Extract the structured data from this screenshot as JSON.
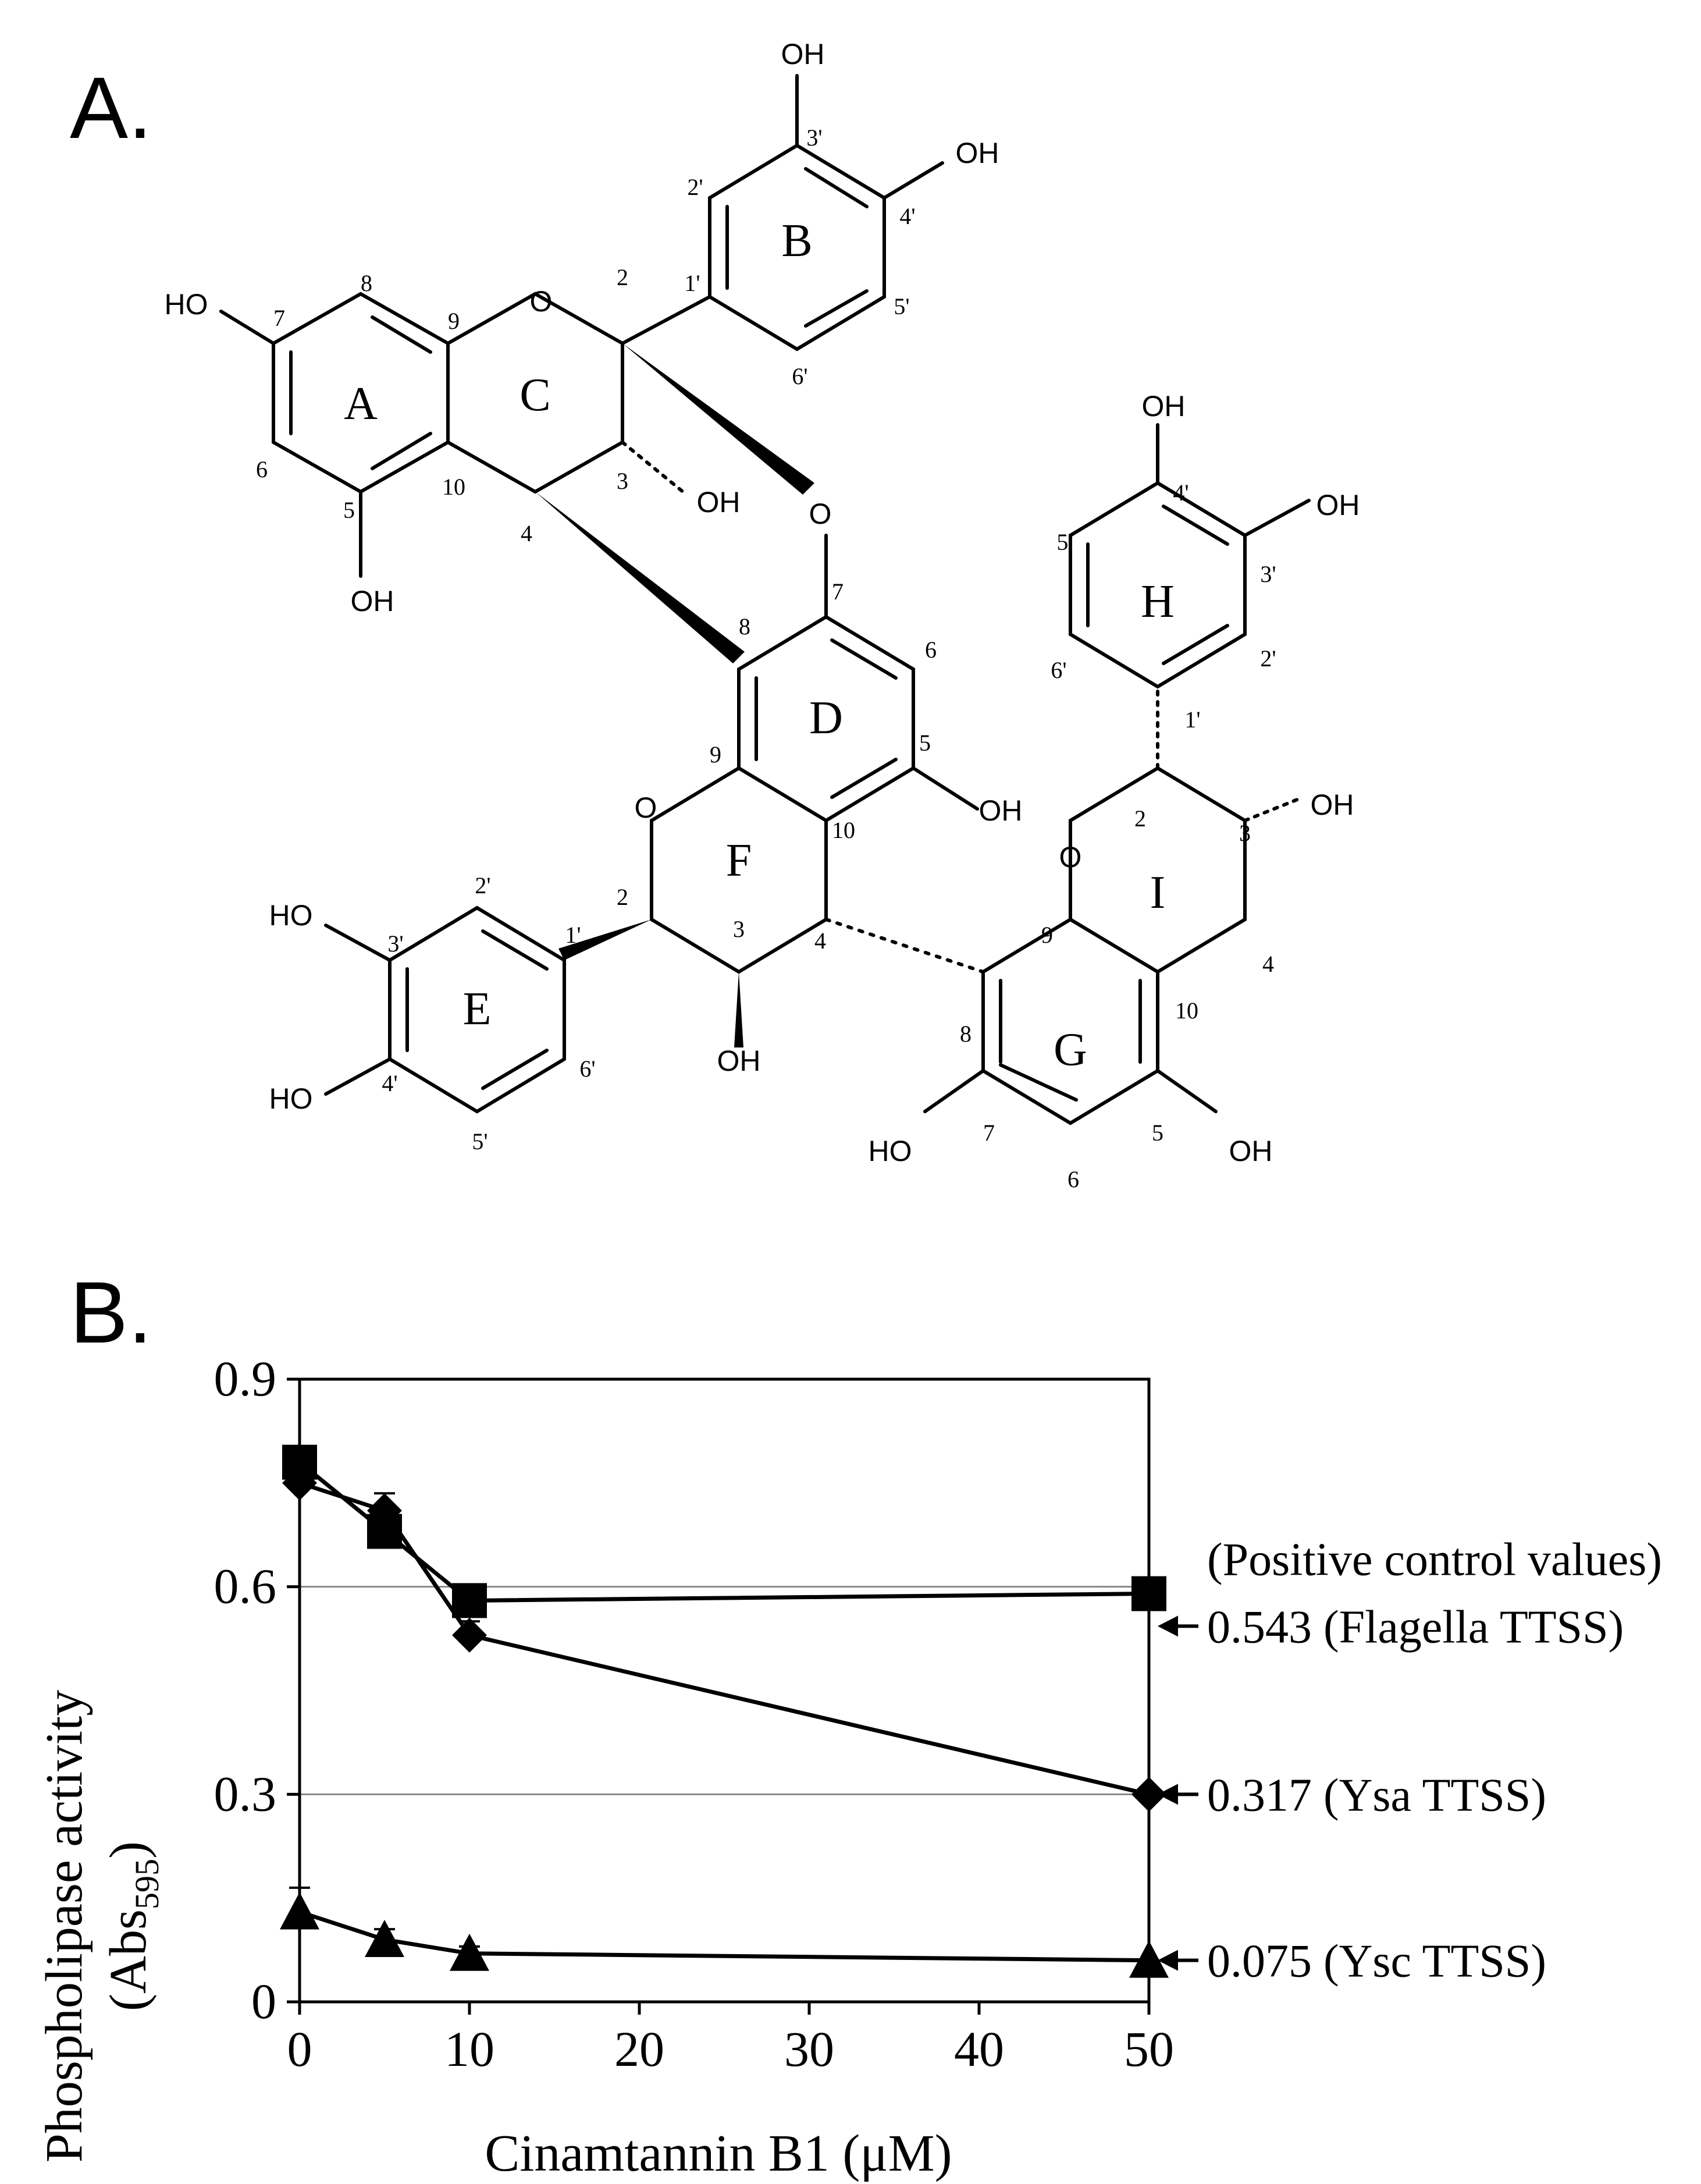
{
  "panel_labels": {
    "a": "A.",
    "b": "B."
  },
  "structure": {
    "rings": [
      "A",
      "B",
      "C",
      "D",
      "E",
      "F",
      "G",
      "H",
      "I"
    ],
    "oxygen": "O",
    "hydroxyl_right": "OH",
    "hydroxyl_left": "HO",
    "positions": [
      "2",
      "3",
      "4",
      "5",
      "6",
      "7",
      "8",
      "9",
      "10",
      "1'",
      "2'",
      "3'",
      "4'",
      "5'",
      "6'"
    ]
  },
  "chart_data": {
    "type": "line",
    "xlabel": "Cinamtannin B1 (μM)",
    "ylabel_line1": "Phospholipase activity",
    "ylabel_line2_main": "(Abs",
    "ylabel_line2_sub": "595",
    "ylabel_line2_end": ")",
    "xlim": [
      0,
      50
    ],
    "ylim": [
      0,
      0.9
    ],
    "xticks": [
      "0",
      "10",
      "20",
      "30",
      "40",
      "50"
    ],
    "yticks": [
      "0",
      "0.3",
      "0.6",
      "0.9"
    ],
    "gridlines_y": [
      0.3,
      0.6
    ],
    "series": [
      {
        "marker": "square",
        "x": [
          0,
          5,
          10,
          50
        ],
        "y": [
          0.78,
          0.68,
          0.58,
          0.59
        ],
        "err": [
          0.02,
          0.02,
          0.02,
          0.0
        ]
      },
      {
        "marker": "diamond",
        "x": [
          0,
          5,
          10,
          50
        ],
        "y": [
          0.75,
          0.71,
          0.53,
          0.3
        ],
        "err": [
          0.02,
          0.025,
          0.02,
          0.0
        ]
      },
      {
        "marker": "triangle",
        "x": [
          0,
          5,
          10,
          50
        ],
        "y": [
          0.13,
          0.09,
          0.07,
          0.06
        ],
        "err": [
          0.035,
          0.015,
          0.01,
          0.0
        ]
      }
    ],
    "annotations": {
      "header": "(Positive control values)",
      "items": [
        {
          "text": "0.543 (Flagella TTSS)",
          "y": 0.543
        },
        {
          "text": "0.317 (Ysa TTSS)",
          "y": 0.3
        },
        {
          "text": "0.075 (Ysc TTSS)",
          "y": 0.06
        }
      ]
    }
  }
}
